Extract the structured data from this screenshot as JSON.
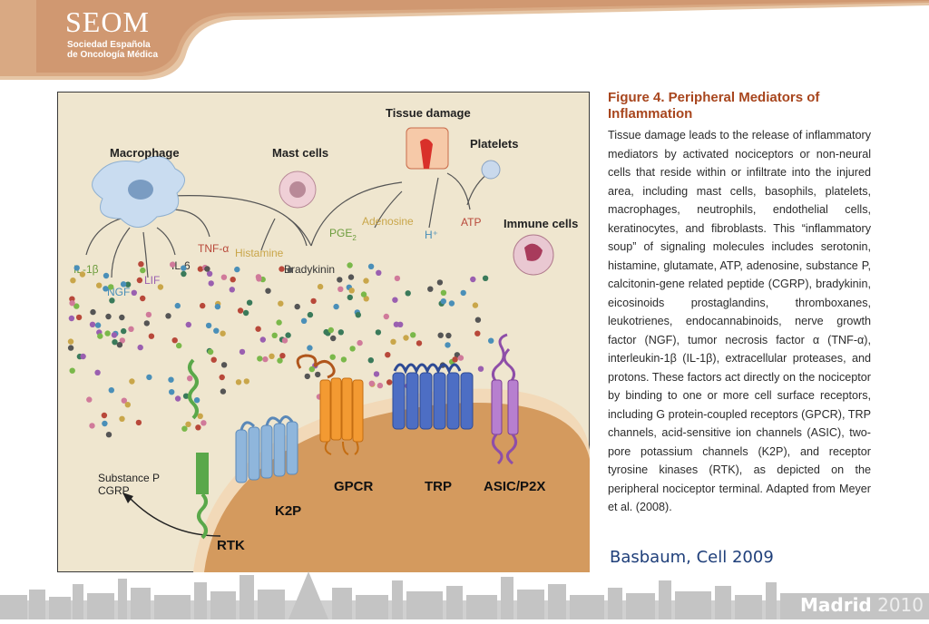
{
  "header": {
    "logo": "SEOM",
    "subtitle_line1": "Sociedad Española",
    "subtitle_line2": "de Oncología Médica"
  },
  "figure": {
    "labels": {
      "tissue_damage": "Tissue damage",
      "macrophage": "Macrophage",
      "mast_cells": "Mast cells",
      "platelets": "Platelets",
      "immune_cells": "Immune cells",
      "il1b": "IL-1β",
      "ngf": "NGF",
      "lif": "LIF",
      "il6": "IL-6",
      "tnfa": "TNF-α",
      "histamine": "Histamine",
      "bradykinin": "Bradykinin",
      "pge2": "PGE",
      "pge2_sub": "2",
      "adenosine": "Adenosine",
      "hplus": "H⁺",
      "atp": "ATP",
      "substance_p": "Substance P",
      "cgrp": "CGRP",
      "rtk": "RTK",
      "k2p": "K2P",
      "gpcr": "GPCR",
      "trp": "TRP",
      "asic": "ASIC/P2X"
    }
  },
  "caption": {
    "title": "Figure 4. Peripheral Mediators of Inflammation",
    "body": "Tissue damage leads to the release of inflammatory mediators by activated nociceptors or non-neural cells that reside within or infiltrate into the injured area, including mast cells, basophils, platelets, macrophages, neutrophils, endothelial cells, keratinocytes, and fibroblasts. This “inflammatory soup” of signaling molecules includes serotonin, histamine, glutamate, ATP, adenosine, substance P, calcitonin-gene related peptide (CGRP), bradykinin, eicosinoids prostaglandins, thromboxanes, leukotrienes, endocannabinoids, nerve growth factor (NGF), tumor necrosis factor α (TNF-α), interleukin-1β (IL-1β), extracellular proteases, and protons. These factors act directly on the nociceptor by binding to one or more cell surface receptors, including G protein-coupled receptors (GPCR), TRP channels, acid-sensitive ion channels (ASIC), two-pore potassium channels (K2P), and receptor tyrosine kinases (RTK), as depicted on the peripheral nociceptor terminal. Adapted from Meyer et al. (2008)."
  },
  "citation": "Basbaum, Cell 2009",
  "footer": {
    "city": "Madrid",
    "year": "2010"
  },
  "colors": {
    "banner": "#e8c9a8",
    "figure_bg": "#efe6cf",
    "cell_body": "#d49a5e",
    "cell_membrane": "#f2d9b8",
    "caption_title": "#a8461e",
    "citation": "#1f3f7a",
    "skyline": "#c8c8c8"
  }
}
